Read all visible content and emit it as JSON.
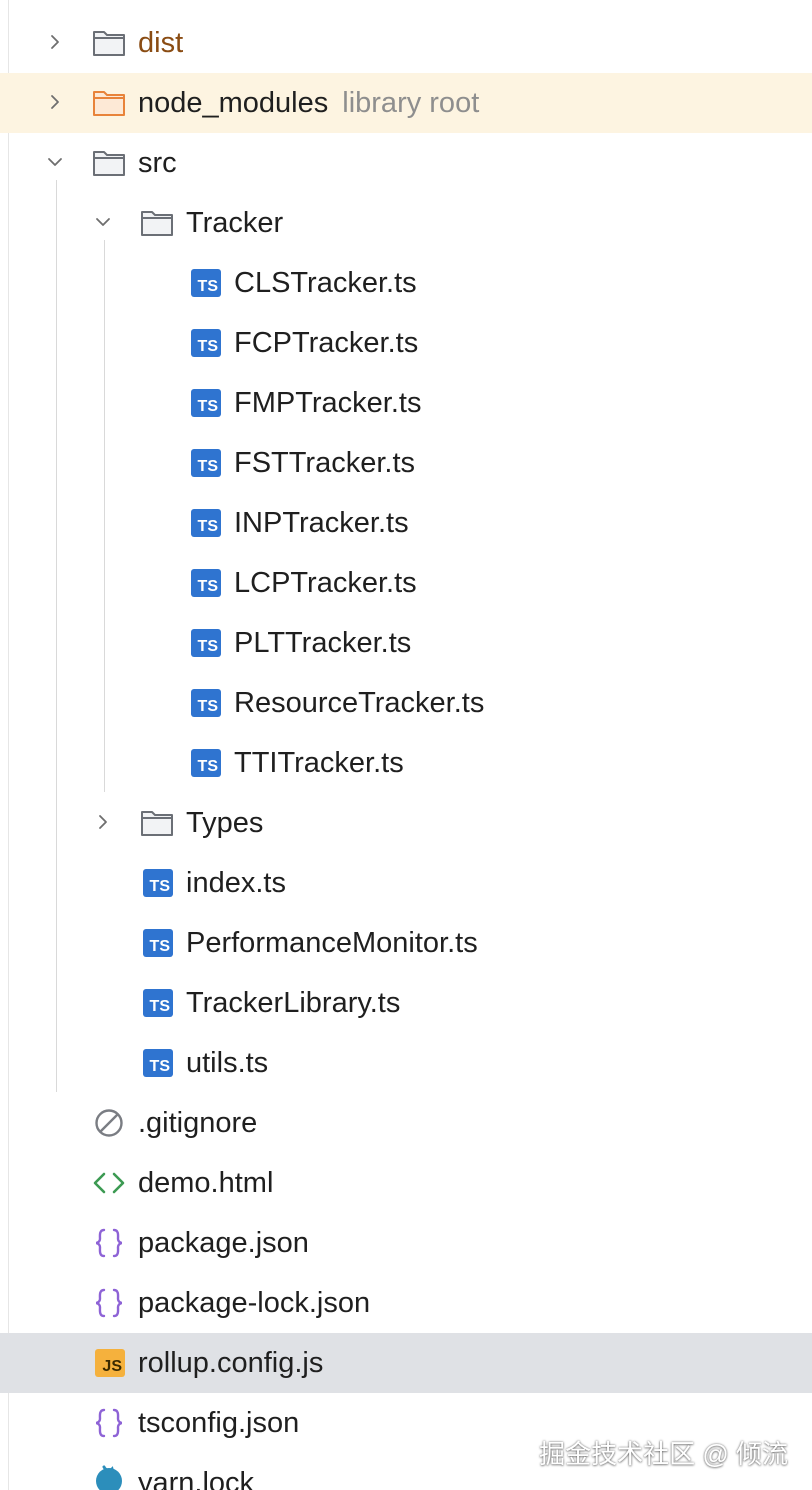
{
  "tree": {
    "dist": "dist",
    "node_modules": "node_modules",
    "node_modules_hint": "library root",
    "src": "src",
    "tracker": "Tracker",
    "tracker_files": [
      "CLSTracker.ts",
      "FCPTracker.ts",
      "FMPTracker.ts",
      "FSTTracker.ts",
      "INPTracker.ts",
      "LCPTracker.ts",
      "PLTTracker.ts",
      "ResourceTracker.ts",
      "TTITracker.ts"
    ],
    "types": "Types",
    "src_files": [
      "index.ts",
      "PerformanceMonitor.ts",
      "TrackerLibrary.ts",
      "utils.ts"
    ],
    "gitignore": ".gitignore",
    "demo_html": "demo.html",
    "package_json": "package.json",
    "package_lock": "package-lock.json",
    "rollup": "rollup.config.js",
    "tsconfig": "tsconfig.json",
    "yarn_lock": "yarn.lock"
  },
  "badges": {
    "ts": "TS",
    "js": "JS"
  },
  "icons": {
    "folder": "folder-icon",
    "ts_file": "typescript-file-icon",
    "js_file": "javascript-file-icon",
    "json_file": "json-file-icon",
    "html_file": "html-file-icon",
    "ignore_file": "ignore-file-icon",
    "yarn_file": "yarn-file-icon"
  },
  "colors": {
    "ts_badge": "#2f74d0",
    "js_badge": "#f5b13d",
    "library_folder": "#e8833a",
    "json_braces": "#8e63d6",
    "html_brackets": "#3c9a52",
    "dist_text": "#8a4c13",
    "highlight_row": "#fdf4e1",
    "selected_row": "#dfe1e5"
  },
  "watermark": "掘金技术社区 @ 倾流"
}
